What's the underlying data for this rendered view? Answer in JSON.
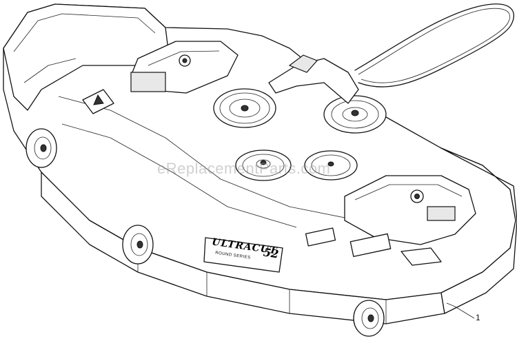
{
  "watermark": "eReplacementParts.com",
  "callouts": [
    {
      "label": "1"
    }
  ],
  "deck": {
    "brand_logo": "ULTRACUT",
    "size_badge": "52",
    "sub_badge": "ROUND SERIES"
  },
  "icons": [
    "spindle-pulley-icon",
    "idler-pulley-icon",
    "drive-belt-icon",
    "caster-wheel-icon",
    "warning-label-icon"
  ]
}
